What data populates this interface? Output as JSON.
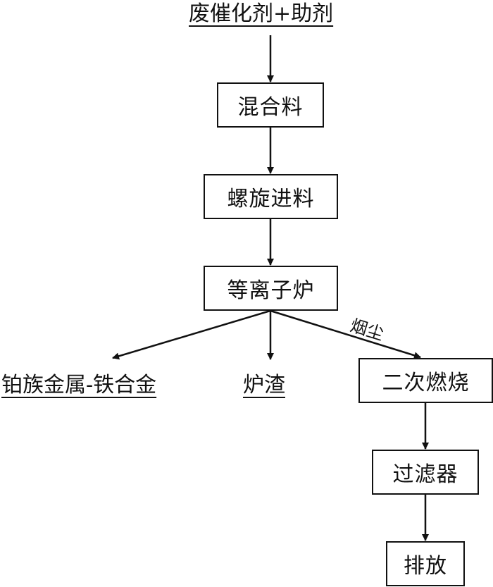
{
  "diagram": {
    "type": "process-flowchart",
    "input": "废催化剂+助剂",
    "nodes": [
      {
        "id": "mix",
        "label": "混合料"
      },
      {
        "id": "feed",
        "label": "螺旋进料"
      },
      {
        "id": "plasma",
        "label": "等离子炉"
      },
      {
        "id": "secondary",
        "label": "二次燃烧"
      },
      {
        "id": "filter",
        "label": "过滤器"
      },
      {
        "id": "discharge",
        "label": "排放"
      }
    ],
    "outputs": [
      {
        "id": "alloy",
        "label": "铂族金属-铁合金"
      },
      {
        "id": "slag",
        "label": "炉渣"
      }
    ],
    "edges": [
      {
        "from": "input",
        "to": "mix",
        "label": ""
      },
      {
        "from": "mix",
        "to": "feed",
        "label": ""
      },
      {
        "from": "feed",
        "to": "plasma",
        "label": ""
      },
      {
        "from": "plasma",
        "to": "alloy",
        "label": ""
      },
      {
        "from": "plasma",
        "to": "slag",
        "label": ""
      },
      {
        "from": "plasma",
        "to": "secondary",
        "label": "烟尘"
      },
      {
        "from": "secondary",
        "to": "filter",
        "label": ""
      },
      {
        "from": "filter",
        "to": "discharge",
        "label": ""
      }
    ]
  }
}
